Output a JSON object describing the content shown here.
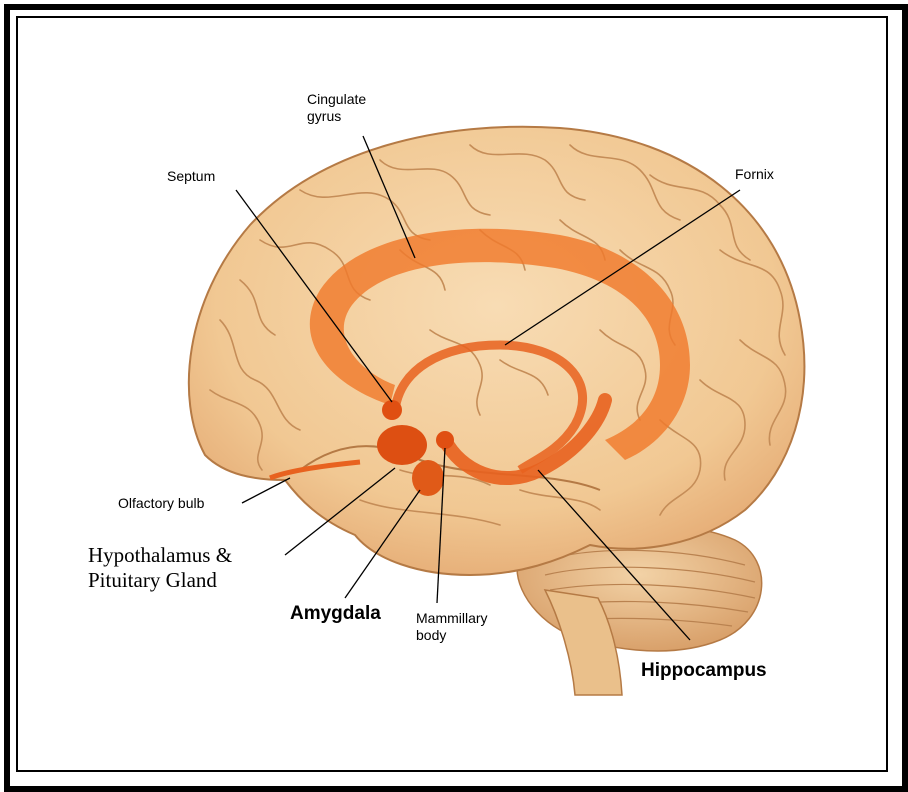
{
  "labels": {
    "cingulate_gyrus": [
      "Cingulate",
      "gyrus"
    ],
    "septum": "Septum",
    "fornix": "Fornix",
    "olfactory_bulb": "Olfactory bulb",
    "hypothalamus": [
      "Hypothalamus &",
      "Pituitary Gland"
    ],
    "amygdala": "Amygdala",
    "mammillary_body": [
      "Mammillary",
      "body"
    ],
    "hippocampus": "Hippocampus"
  },
  "colors": {
    "brain_fill": "#f3cf9d",
    "brain_shade": "#e3ad74",
    "limbic_orange": "#f07a2c",
    "limbic_dark": "#dd4f12",
    "frame": "#000000"
  }
}
